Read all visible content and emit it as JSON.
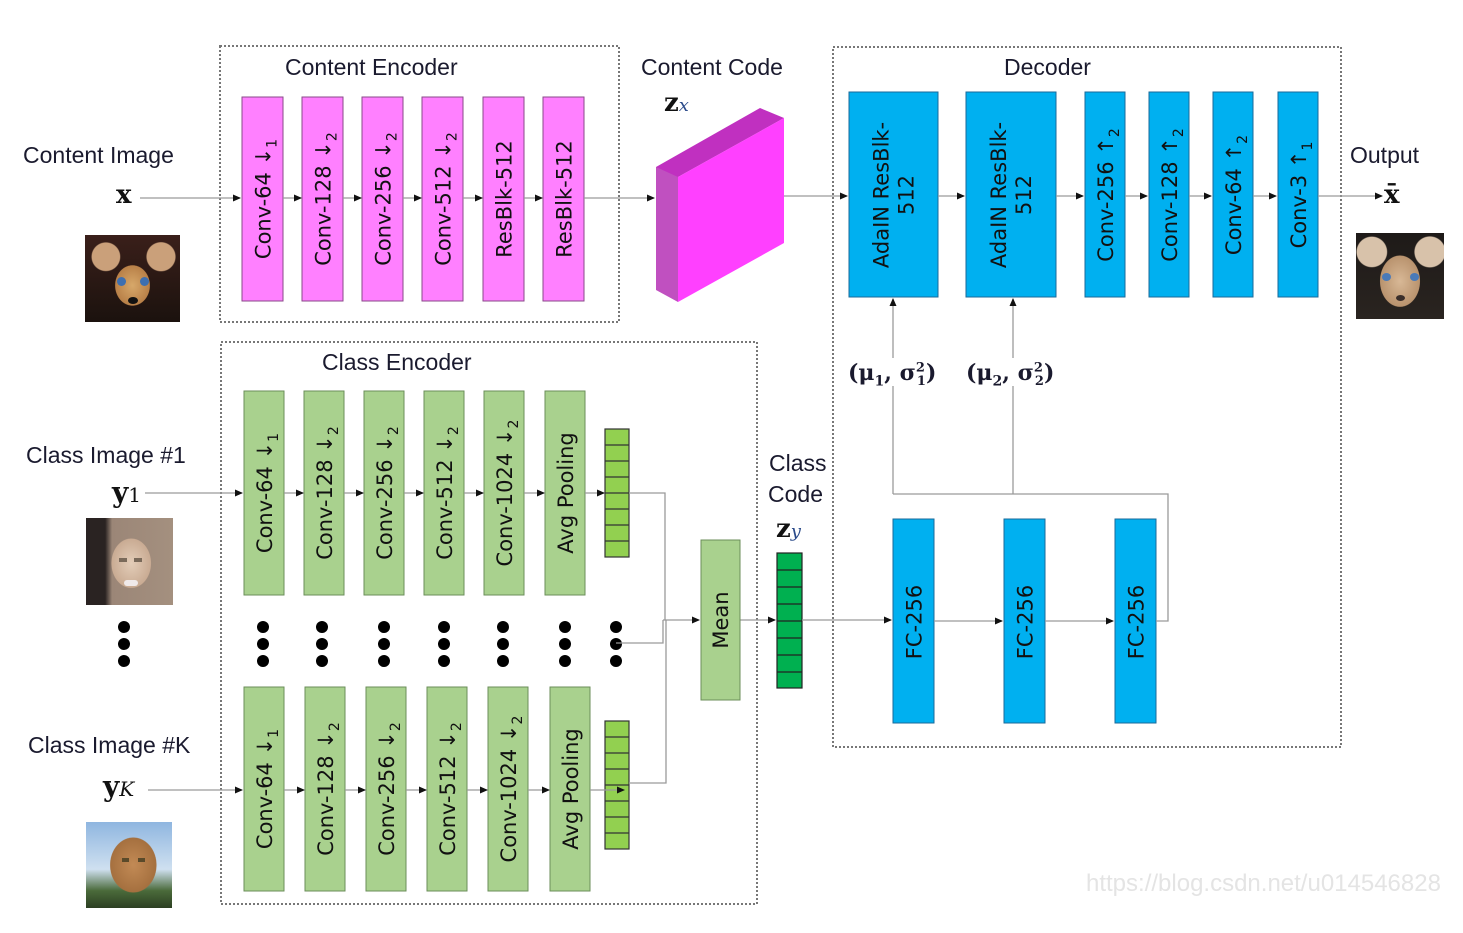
{
  "sections": {
    "content_encoder": {
      "title": "Content Encoder",
      "blocks": [
        {
          "label": "Conv-64 ↓",
          "sub": "1"
        },
        {
          "label": "Conv-128 ↓",
          "sub": "2"
        },
        {
          "label": "Conv-256 ↓",
          "sub": "2"
        },
        {
          "label": "Conv-512 ↓",
          "sub": "2"
        },
        {
          "label": "ResBlk-512",
          "sub": ""
        },
        {
          "label": "ResBlk-512",
          "sub": ""
        }
      ]
    },
    "content_code": {
      "title": "Content Code",
      "symbol": "z",
      "subscript": "x"
    },
    "decoder": {
      "title": "Decoder",
      "adain_blocks": [
        {
          "line1": "AdaIN ResBlk-",
          "line2": "512"
        },
        {
          "line1": "AdaIN ResBlk-",
          "line2": "512"
        }
      ],
      "upconv_blocks": [
        {
          "label": "Conv-256 ↑",
          "sub": "2"
        },
        {
          "label": "Conv-128 ↑",
          "sub": "2"
        },
        {
          "label": "Conv-64 ↑",
          "sub": "2"
        },
        {
          "label": "Conv-3 ↑",
          "sub": "1"
        }
      ],
      "adain_params": [
        {
          "mu": "μ",
          "mu_sub": "1",
          "sigma": "σ",
          "sigma_sup": "2",
          "sigma_sub": "1"
        },
        {
          "mu": "μ",
          "mu_sub": "2",
          "sigma": "σ",
          "sigma_sup": "2",
          "sigma_sub": "2"
        }
      ],
      "fc_blocks": [
        "FC-256",
        "FC-256",
        "FC-256"
      ]
    },
    "class_encoder": {
      "title": "Class Encoder",
      "blocks": [
        {
          "label": "Conv-64 ↓",
          "sub": "1"
        },
        {
          "label": "Conv-128 ↓",
          "sub": "2"
        },
        {
          "label": "Conv-256 ↓",
          "sub": "2"
        },
        {
          "label": "Conv-512 ↓",
          "sub": "2"
        },
        {
          "label": "Conv-1024 ↓",
          "sub": "2"
        },
        {
          "label": "Avg Pooling",
          "sub": ""
        }
      ],
      "mean_label": "Mean"
    },
    "class_code": {
      "title_line1": "Class",
      "title_line2": "Code",
      "symbol": "z",
      "subscript": "y"
    }
  },
  "inputs": {
    "content_image": {
      "title": "Content Image",
      "symbol": "x",
      "image": "dog-photo"
    },
    "class_image_1": {
      "title": "Class Image #1",
      "symbol": "y",
      "subscript": "1",
      "image": "cougar-photo-1"
    },
    "class_image_k": {
      "title": "Class Image #K",
      "symbol": "y",
      "subscript": "K",
      "image": "cougar-photo-k"
    }
  },
  "output": {
    "title": "Output",
    "symbol": "x̄",
    "image": "translated-lion-photo"
  },
  "colors": {
    "content_block": "#ff80ff",
    "content_code": "#ff40ff",
    "decoder_block": "#00b0f0",
    "class_block": "#a9d18e",
    "class_vector": "#92d050",
    "class_code_vector": "#00b050",
    "dashed_border": "#777777",
    "arrow": "#9a9a9a"
  },
  "watermark": "https://blog.csdn.net/u014546828"
}
